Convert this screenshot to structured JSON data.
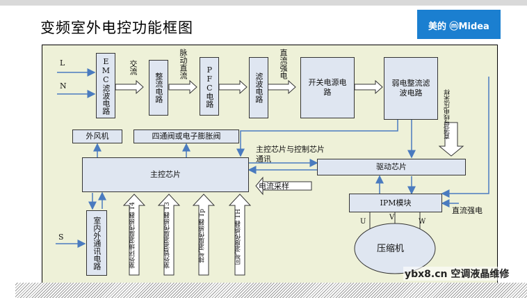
{
  "title": "变频室外电控功能框图",
  "logo": {
    "text": "美的",
    "brand": "Midea",
    "color": "#1b7fd0"
  },
  "inputs": {
    "L": "L",
    "N": "N",
    "S": "S"
  },
  "boxes": {
    "emc": "EMC滤波电路",
    "rectifier": "整流电路",
    "pfc": "PFC电路",
    "filter": "滤波电路",
    "smps": "开关电源电路",
    "weak_rect": "弱电整流滤波电路",
    "fan": "外风机",
    "valve": "四通阀或电子膨胀阀",
    "main_chip": "主控芯片",
    "driver": "驱动芯片",
    "ipm": "IPM模块",
    "indoor_comm": "室内外通讯电路",
    "compressor": "压缩机"
  },
  "labels": {
    "ac": "交流",
    "pulsing_dc": "脉动直流",
    "dc_high": "直流强电",
    "dc_high2": "直流强电",
    "main_driver_comm": "主控芯片与控制芯片通讯",
    "current_sample": "电流采样",
    "bus_voltage_sample": "直流母线电压采样"
  },
  "sensors": [
    {
      "label": "室外环境温度传感器 T4"
    },
    {
      "label": "室外管温温度传感器 T3"
    },
    {
      "label": "排气温度传感器 Tp"
    },
    {
      "label": "回气温度传感器 TH"
    }
  ],
  "pins": {
    "u": "U",
    "v": "V",
    "w": "W"
  },
  "watermark": "ybx8.cn 空调液晶维修",
  "colors": {
    "box_fill": "#dfe6f1",
    "arrow_blue": "#4a7bbf",
    "diagram_bg": "#eef1d8"
  }
}
